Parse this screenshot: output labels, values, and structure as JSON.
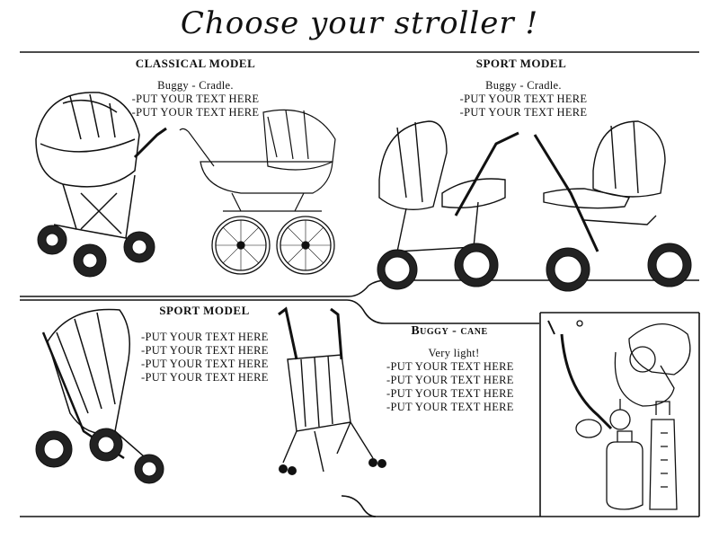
{
  "title": "Choose your stroller !",
  "sections": {
    "classical": {
      "heading": "CLASSICAL MODEL",
      "lines": [
        "Buggy  - Cradle.",
        "-PUT YOUR TEXT HERE",
        "-PUT YOUR TEXT HERE"
      ]
    },
    "sport_top": {
      "heading": "SPORT MODEL",
      "lines": [
        "Buggy  - Cradle.",
        "-PUT YOUR TEXT HERE",
        "-PUT YOUR TEXT HERE"
      ]
    },
    "sport_bottom": {
      "heading": "SPORT MODEL",
      "lines": [
        "-PUT YOUR TEXT HERE",
        "-PUT YOUR TEXT HERE",
        "-PUT YOUR TEXT HERE",
        "-PUT YOUR TEXT HERE"
      ]
    },
    "cane": {
      "heading": "Buggy - cane",
      "lines": [
        "Very light!",
        "-PUT YOUR TEXT HERE",
        "-PUT YOUR TEXT HERE",
        "-PUT YOUR TEXT HERE",
        "-PUT YOUR TEXT HERE"
      ]
    }
  }
}
